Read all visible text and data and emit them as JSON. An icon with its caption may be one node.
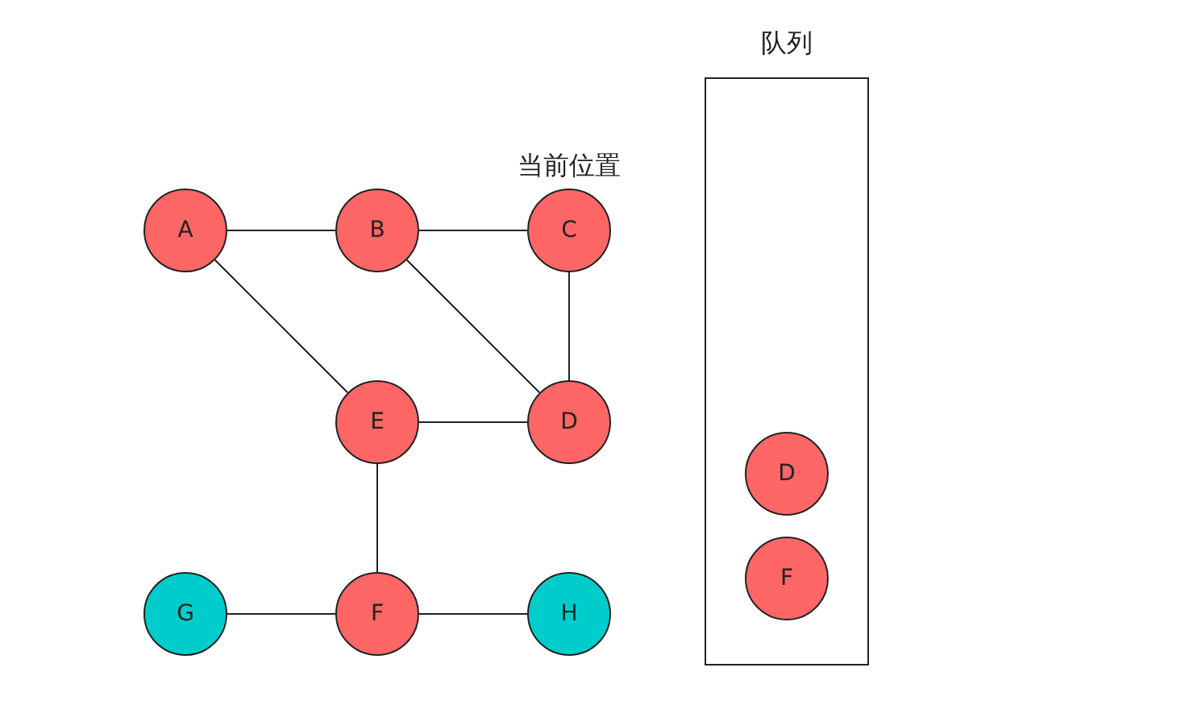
{
  "diagram": {
    "nodes": [
      {
        "text": [
          "A"
        ]
      },
      {
        "text": [
          "B"
        ]
      },
      {
        "text": [
          "C"
        ],
        "beside": [
          "当前位置"
        ]
      },
      {
        "text": [
          "E"
        ]
      },
      {
        "text": [
          "D"
        ]
      },
      {
        "text": [
          "G"
        ]
      },
      {
        "text": [
          "F"
        ]
      },
      {
        "text": [
          "H"
        ]
      },
      {
        "text": [
          "队列"
        ]
      },
      {
        "text": [
          "D"
        ],
        "in": 8
      },
      {
        "text": [
          "F"
        ],
        "in": 8
      }
    ],
    "edges": [
      {
        "from": 0,
        "to": 1,
        "arrow": "none"
      },
      {
        "from": 1,
        "to": 2,
        "arrow": "none"
      },
      {
        "from": 0,
        "to": 3,
        "arrow": "none"
      },
      {
        "from": 1,
        "to": 4,
        "arrow": "none"
      },
      {
        "from": 2,
        "to": 4,
        "arrow": "none"
      },
      {
        "from": 3,
        "to": 4,
        "arrow": "none"
      },
      {
        "from": 3,
        "to": 6,
        "arrow": "none"
      },
      {
        "from": 5,
        "to": 6,
        "arrow": "none"
      },
      {
        "from": 6,
        "to": 7,
        "arrow": "none"
      }
    ]
  }
}
